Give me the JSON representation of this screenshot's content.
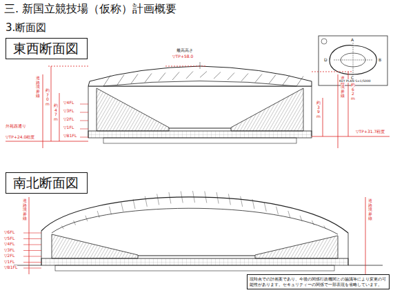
{
  "diagram": {
    "title": "三. 新国立競技場（仮称）計画概要",
    "nodes": [
      {
        "text": [
          "東西断面図"
        ]
      },
      {
        "text": [
          "南北断面図"
        ]
      },
      {
        "text": [
          "現時点での計画案であり、今後の関係行政機関との協議等により変更の可能性があります。セキュリティーの関係で一部表現を省略しています。"
        ]
      }
    ],
    "labels": [
      "3.断面図",
      "最高高さ",
      "▽TP+58.0",
      "道路境界線",
      "約70m",
      "約47m",
      "外苑西通り",
      "▽TP+24.0程度",
      "▽4FL",
      "▽3FL",
      "▽2FL",
      "▽1FL",
      "▽B1FL",
      "道路境界線",
      "約39m",
      "約62m",
      "▽TP+31.7程度",
      "A",
      "B",
      "C",
      "D",
      "KEY PLAN S=1/5000",
      "道路境界線",
      "道路境界線",
      "▽6FL",
      "▽5FL",
      "▽4FL",
      "▽3FL",
      "▽2FL",
      "▽1FL",
      "▽B1FL"
    ]
  }
}
